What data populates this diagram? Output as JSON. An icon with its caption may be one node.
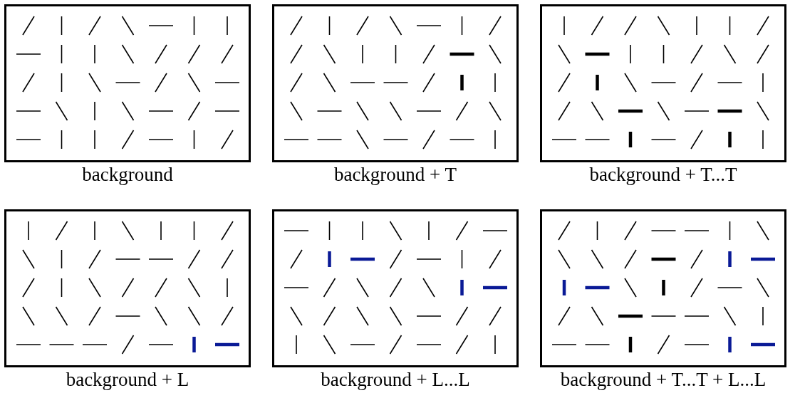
{
  "diagram": {
    "labels": [
      "background",
      "background + T",
      "background + T...T",
      "background + L",
      "background + L...L",
      "background + T...T + L...L"
    ]
  }
}
